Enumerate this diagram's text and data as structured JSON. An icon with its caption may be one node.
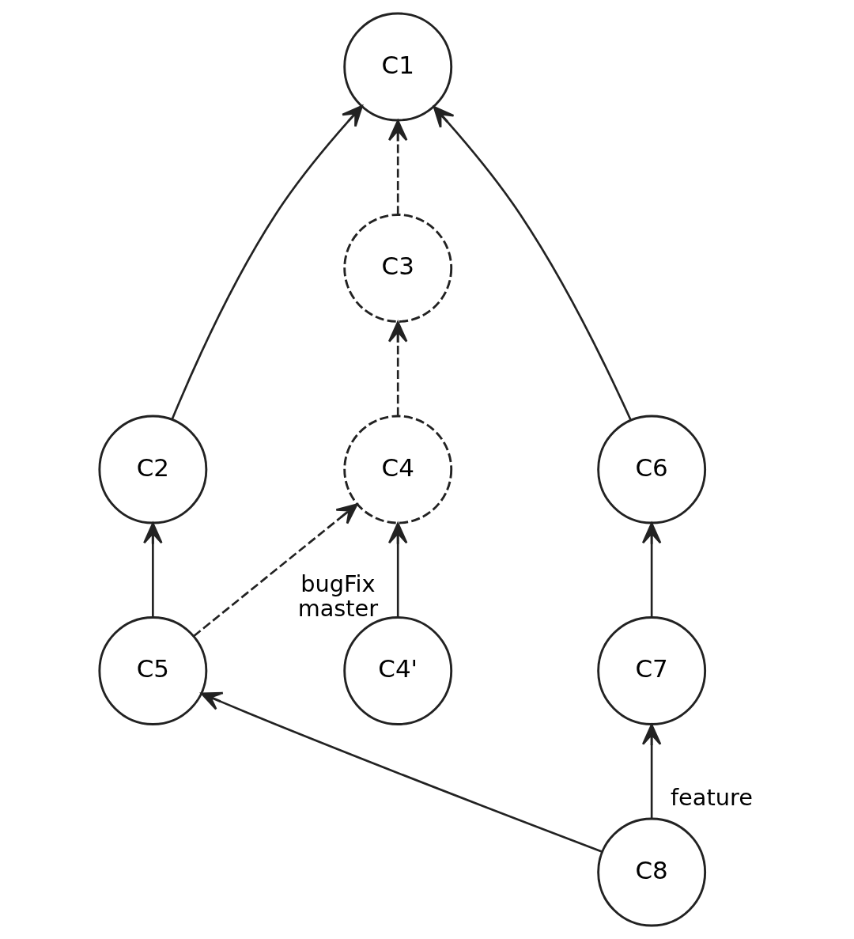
{
  "diagram": {
    "nodes": [
      {
        "text": [
          "C1"
        ]
      },
      {
        "text": [
          "C2"
        ]
      },
      {
        "text": [
          "C3"
        ]
      },
      {
        "text": [
          "C4"
        ]
      },
      {
        "text": [
          "C5"
        ]
      },
      {
        "text": [
          "C4'"
        ],
        "beside": [
          "bugFix",
          "master"
        ]
      },
      {
        "text": [
          "C6"
        ]
      },
      {
        "text": [
          "C7"
        ]
      },
      {
        "text": [
          "C8"
        ],
        "beside": [
          "feature"
        ]
      }
    ],
    "edges": [
      {
        "from": 1,
        "to": 0,
        "arrow": "to"
      },
      {
        "from": 2,
        "to": 0,
        "arrow": "to",
        "style": "dashed"
      },
      {
        "from": 6,
        "to": 0,
        "arrow": "to"
      },
      {
        "from": 4,
        "to": 1,
        "arrow": "to"
      },
      {
        "from": 3,
        "to": 2,
        "arrow": "to",
        "style": "dashed"
      },
      {
        "from": 7,
        "to": 6,
        "arrow": "to"
      },
      {
        "from": 4,
        "to": 3,
        "arrow": "to",
        "style": "dashed"
      },
      {
        "from": 5,
        "to": 3,
        "arrow": "to"
      },
      {
        "from": 8,
        "to": 7,
        "arrow": "to"
      },
      {
        "from": 8,
        "to": 4,
        "arrow": "to"
      }
    ]
  }
}
